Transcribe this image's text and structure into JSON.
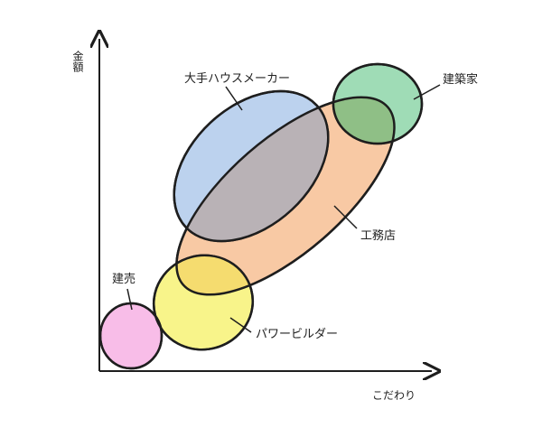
{
  "axes": {
    "y_label": "金額",
    "x_label": "こだわり"
  },
  "regions": [
    {
      "id": "powerbuilder",
      "label": "パワービルダー",
      "fill": "#f8f48a"
    },
    {
      "id": "builtforsale",
      "label": "建売",
      "fill": "#f8bde8"
    },
    {
      "id": "engineering",
      "label": "工務店",
      "fill": "#f8c9a4"
    },
    {
      "id": "major",
      "label": "大手ハウスメーカー",
      "fill": "#bcd2ee"
    },
    {
      "id": "architect",
      "label": "建築家",
      "fill": "#9fdcb6"
    }
  ],
  "colors": {
    "outline": "#1e1e1e",
    "overlap_major_engineering": "#b9b2b6",
    "overlap_architect": "#8fbf86",
    "overlap_builder": "#f5dc6f"
  }
}
